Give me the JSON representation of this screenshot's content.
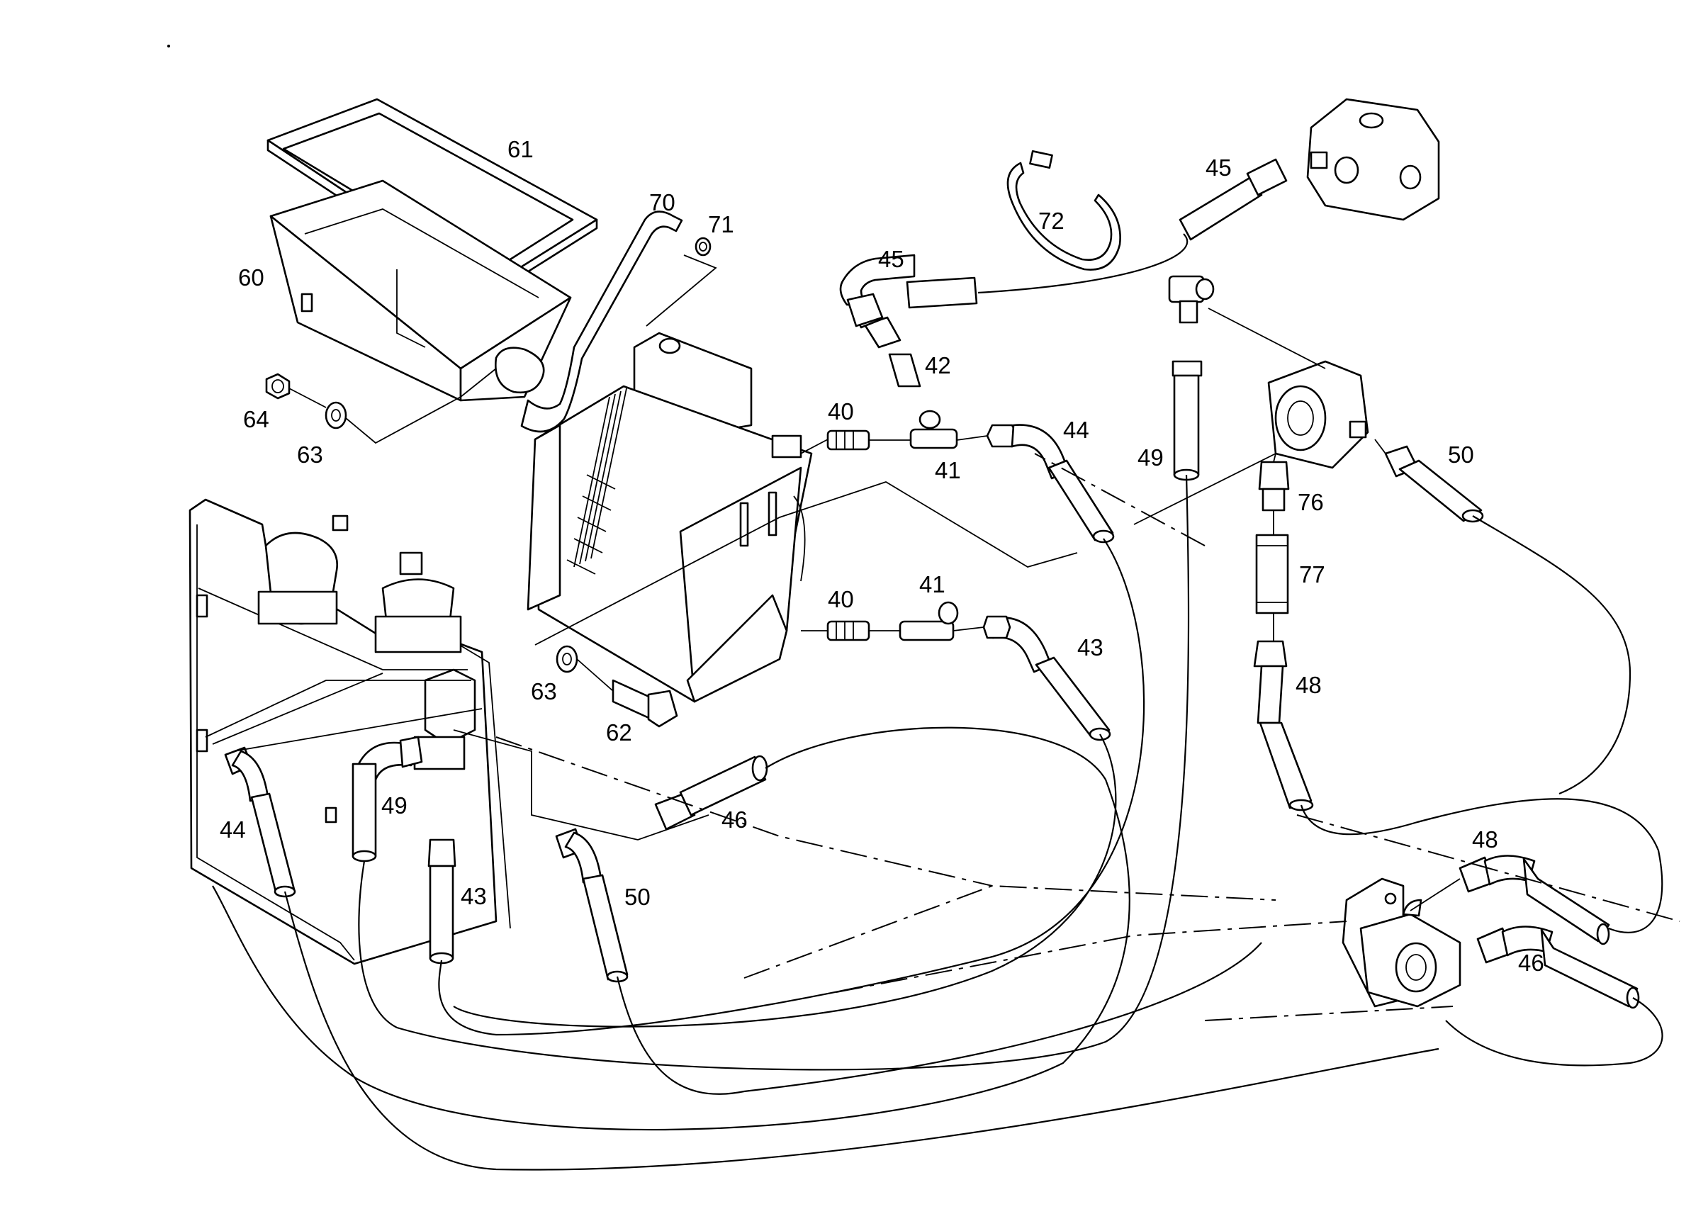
{
  "labels": {
    "l61": "61",
    "l60": "60",
    "l64": "64",
    "l63a": "63",
    "l70": "70",
    "l71": "71",
    "l72": "72",
    "l45a": "45",
    "l45b": "45",
    "l42": "42",
    "l40a": "40",
    "l41a": "41",
    "l44a": "44",
    "l49a": "49",
    "l76": "76",
    "l77": "77",
    "l50a": "50",
    "l40b": "40",
    "l41b": "41",
    "l43a": "43",
    "l63b": "63",
    "l62": "62",
    "l48a": "48",
    "l46a": "46",
    "l44b": "44",
    "l49b": "49",
    "l43b": "43",
    "l50b": "50",
    "l48b": "48",
    "l46b": "46"
  }
}
